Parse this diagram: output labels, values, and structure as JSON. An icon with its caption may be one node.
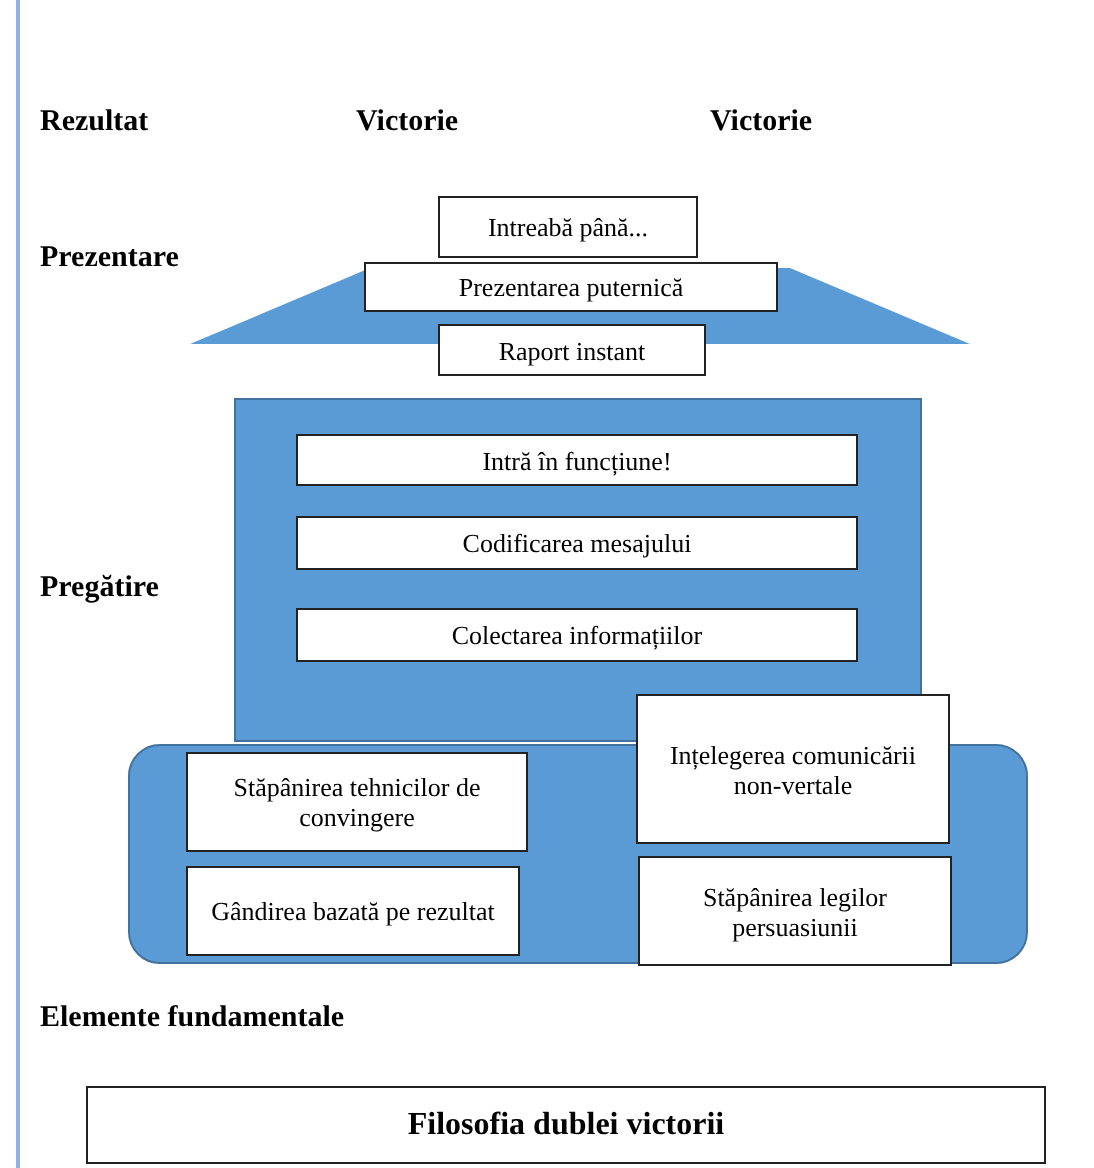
{
  "diagram": {
    "nodes": [
      {
        "text": [],
        "shape": "triangle"
      },
      {
        "text": [
          "Intreabă până..."
        ]
      },
      {
        "text": [
          "Prezentarea puternică"
        ]
      },
      {
        "text": [
          "Raport instant"
        ]
      },
      {
        "text": [],
        "shape": "box"
      },
      {
        "text": [
          "Intră în funcțiune!"
        ],
        "in": 4
      },
      {
        "text": [
          "Codificarea mesajului"
        ],
        "in": 4
      },
      {
        "text": [
          "Colectarea informațiilor"
        ],
        "in": 4
      },
      {
        "text": [],
        "shape": "box"
      },
      {
        "text": [
          "Ințelegerea comunicării non-vertale"
        ]
      },
      {
        "text": [
          "Stăpânirea tehnicilor de convingere"
        ],
        "in": 8
      },
      {
        "text": [
          "Gândirea bazată pe rezultat"
        ],
        "in": 8
      },
      {
        "text": [
          "Stăpânirea legilor persuasiunii"
        ],
        "in": 8
      },
      {
        "text": [
          "Filosofia dublei victorii"
        ]
      }
    ],
    "labels": [
      "Rezultat",
      "Victorie",
      "Victorie",
      "Prezentare",
      "Pregătire",
      "Elemente fundamentale"
    ]
  }
}
